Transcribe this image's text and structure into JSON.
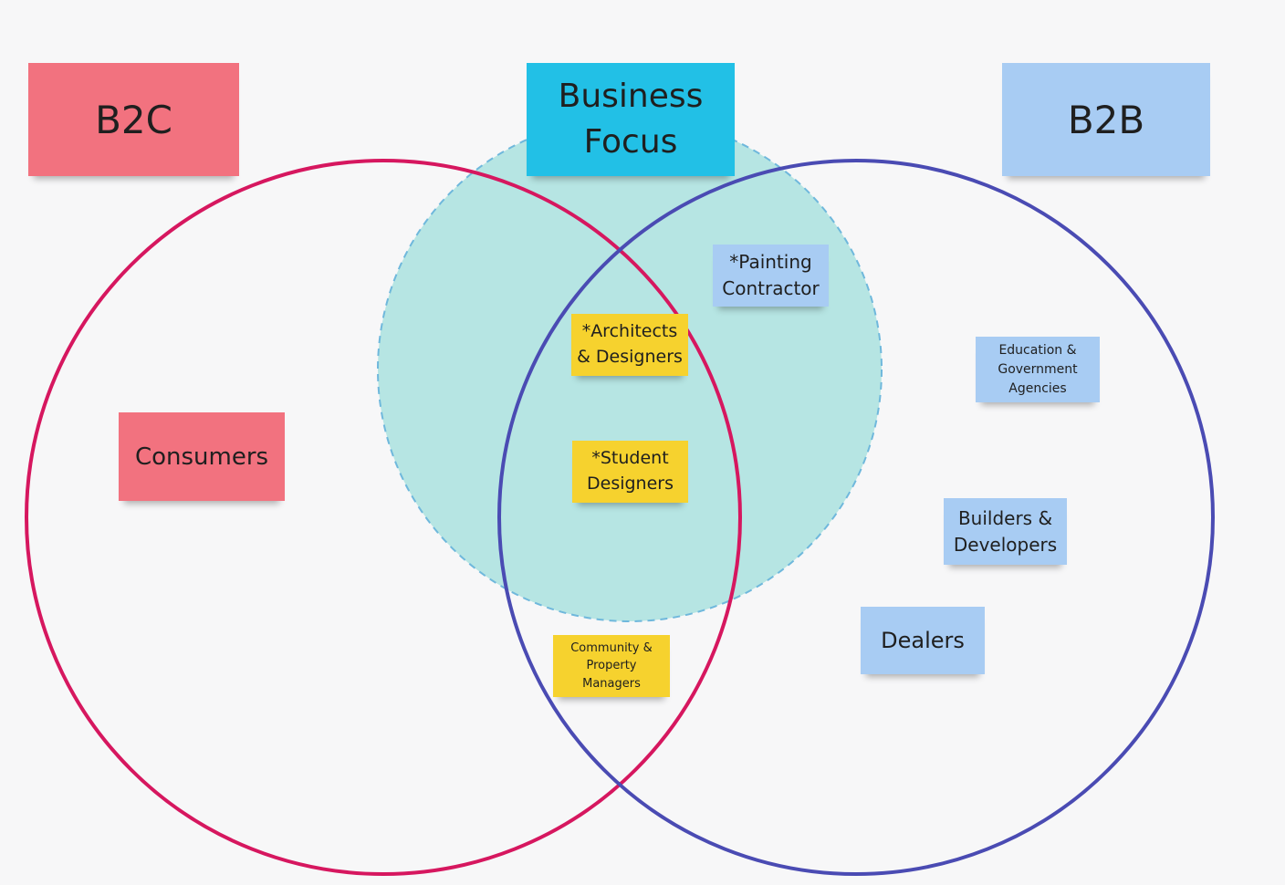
{
  "colors": {
    "b2c_circle": "#d6175f",
    "b2b_circle": "#4a4bb3",
    "focus_circle_fill": "#b6e5e3",
    "focus_circle_stroke": "#6fb8dc",
    "pink_note": "#f2727f",
    "cyan_note": "#22c0e6",
    "blue_note": "#a8ccf3",
    "yellow_note": "#f6d22e"
  },
  "headers": {
    "b2c": "B2C",
    "business_focus": "Business\nFocus",
    "b2b": "B2B"
  },
  "notes": {
    "consumers": "Consumers",
    "painting_contractor": "*Painting\nContractor",
    "architects_designers": "*Architects\n& Designers",
    "student_designers": "*Student\nDesigners",
    "education_government": "Education &\nGovernment\nAgencies",
    "builders_developers": "Builders &\nDevelopers",
    "dealers": "Dealers",
    "community_property": "Community &\nProperty\nManagers"
  }
}
